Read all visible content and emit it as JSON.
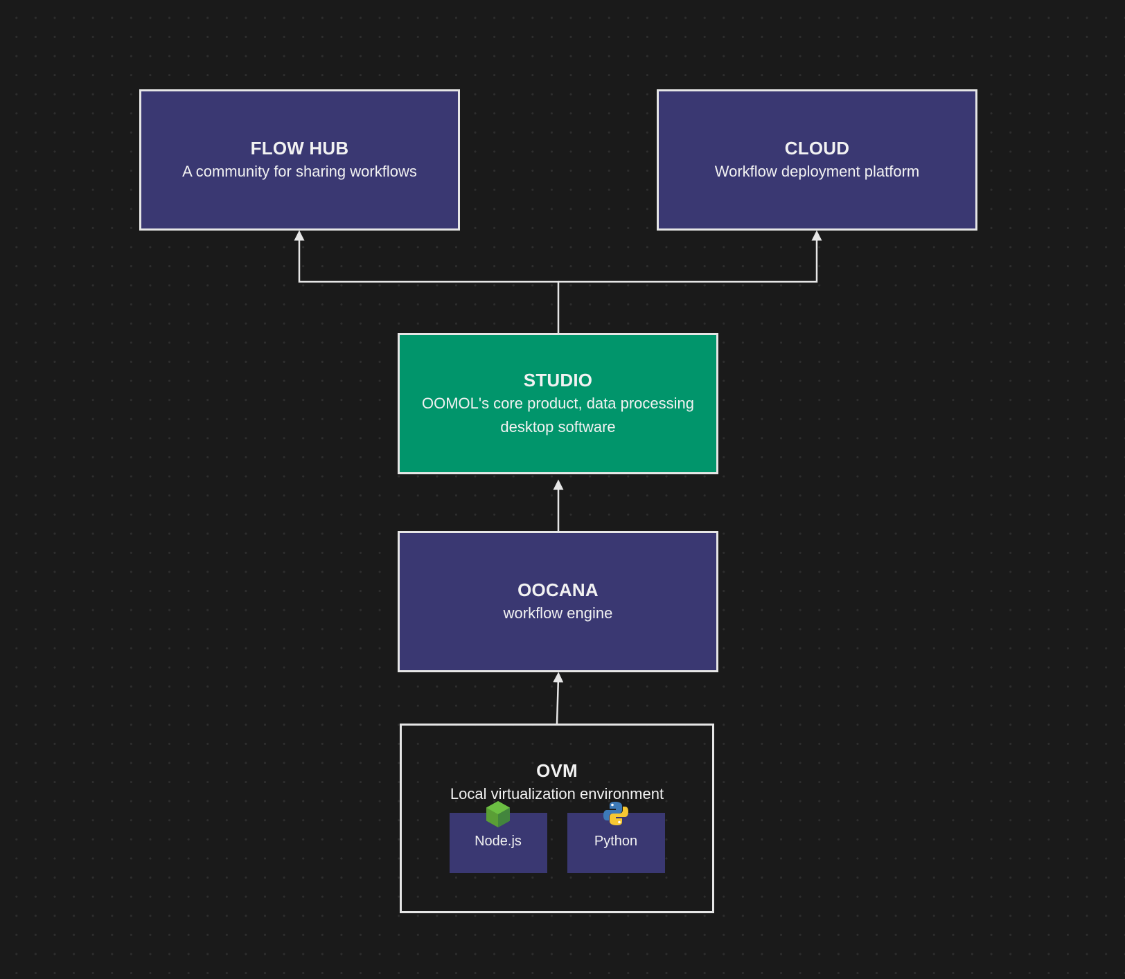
{
  "nodes": {
    "flow_hub": {
      "title": "FLOW HUB",
      "desc": "A community for sharing workflows"
    },
    "cloud": {
      "title": "CLOUD",
      "desc": "Workflow deployment platform"
    },
    "studio": {
      "title": "STUDIO",
      "desc": "OOMOL's core product, data processing desktop software"
    },
    "oocana": {
      "title": "OOCANA",
      "desc": "workflow engine"
    },
    "ovm": {
      "title": "OVM",
      "desc": "Local virtualization environment",
      "runtimes": [
        {
          "label": "Node.js",
          "icon": "nodejs-hexagon-icon"
        },
        {
          "label": "Python",
          "icon": "python-logo-icon"
        }
      ]
    }
  },
  "edges": [
    {
      "from": "studio",
      "to": "flow_hub"
    },
    {
      "from": "studio",
      "to": "cloud"
    },
    {
      "from": "oocana",
      "to": "studio"
    },
    {
      "from": "ovm",
      "to": "oocana"
    }
  ],
  "colors": {
    "background": "#1a1a1a",
    "node_fill": "#3a3872",
    "studio_fill": "#01956b",
    "border": "#e6e6e6",
    "connector": "#e6e6e6"
  }
}
